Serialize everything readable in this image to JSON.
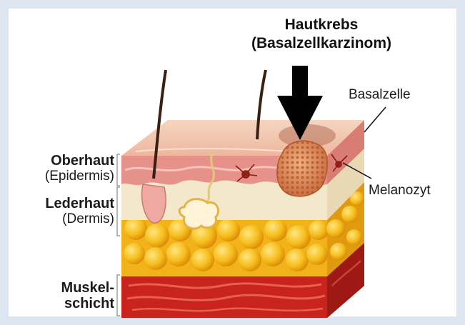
{
  "title": {
    "line1": "Hautkrebs",
    "line2": "(Basalzellkarzinom)"
  },
  "labels": {
    "epidermis_name": "Oberhaut",
    "epidermis_latin": "(Epidermis)",
    "dermis_name": "Lederhaut",
    "dermis_latin": "(Dermis)",
    "muscle_line1": "Muskel-",
    "muscle_line2": "schicht",
    "basal_cell": "Basalzelle",
    "melanocyte": "Melanozyt"
  },
  "colors": {
    "background_border": "#dde6f0",
    "epidermis": "#e6928a",
    "dermis": "#f4e8cc",
    "fat": "#f2b21a",
    "muscle": "#c9231e",
    "tumor": "#d98a5a",
    "arrow": "#000000"
  }
}
